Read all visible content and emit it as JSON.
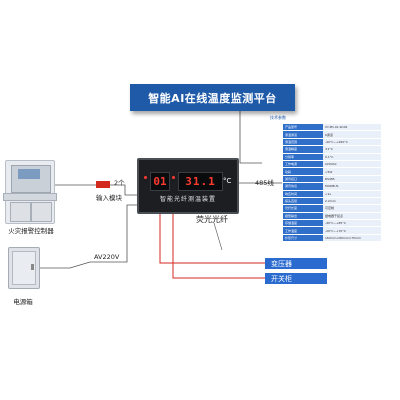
{
  "title": "智能AI在线温度监测平台",
  "devices": {
    "fire_controller": "火灾报警控制器",
    "power_box": "电源箱",
    "input_count": "2个",
    "input_module": "输入模块",
    "power_supply": "AV220V",
    "bus": "485线",
    "fiber": "荧光光纤"
  },
  "meter": {
    "display_a": "01",
    "display_b": "31.1",
    "unit": "°C",
    "caption": "智能光纤测温装置"
  },
  "targets": {
    "transformer": "变压器",
    "switchgear": "开关柜"
  },
  "tech_params": {
    "title": "技术参数",
    "rows": [
      {
        "k": "产品型号",
        "v": "XY-PD-01-W-06"
      },
      {
        "k": "测温通道",
        "v": "6通道"
      },
      {
        "k": "测温范围",
        "v": "-40°C~+260°C"
      },
      {
        "k": "测温精度",
        "v": "±1°C"
      },
      {
        "k": "分辨率",
        "v": "0.1°C"
      },
      {
        "k": "工作电源",
        "v": "220VAC"
      },
      {
        "k": "功耗",
        "v": "<5W"
      },
      {
        "k": "通讯接口",
        "v": "RS485"
      },
      {
        "k": "通讯协议",
        "v": "MODBUS"
      },
      {
        "k": "响应时间",
        "v": "<1s"
      },
      {
        "k": "探头直径",
        "v": "2.2mm"
      },
      {
        "k": "光纤长度",
        "v": "可定制"
      },
      {
        "k": "报警输出",
        "v": "继电器干接点"
      },
      {
        "k": "存储温度",
        "v": "-40°C~+85°C"
      },
      {
        "k": "工作温度",
        "v": "-20°C~+70°C"
      },
      {
        "k": "外形尺寸",
        "v": "160mm×80mm×75mm"
      }
    ]
  },
  "colors": {
    "title_bg": "#1f5aa8",
    "target_bg": "#2b6bd0",
    "signal_red": "#d32a20"
  }
}
